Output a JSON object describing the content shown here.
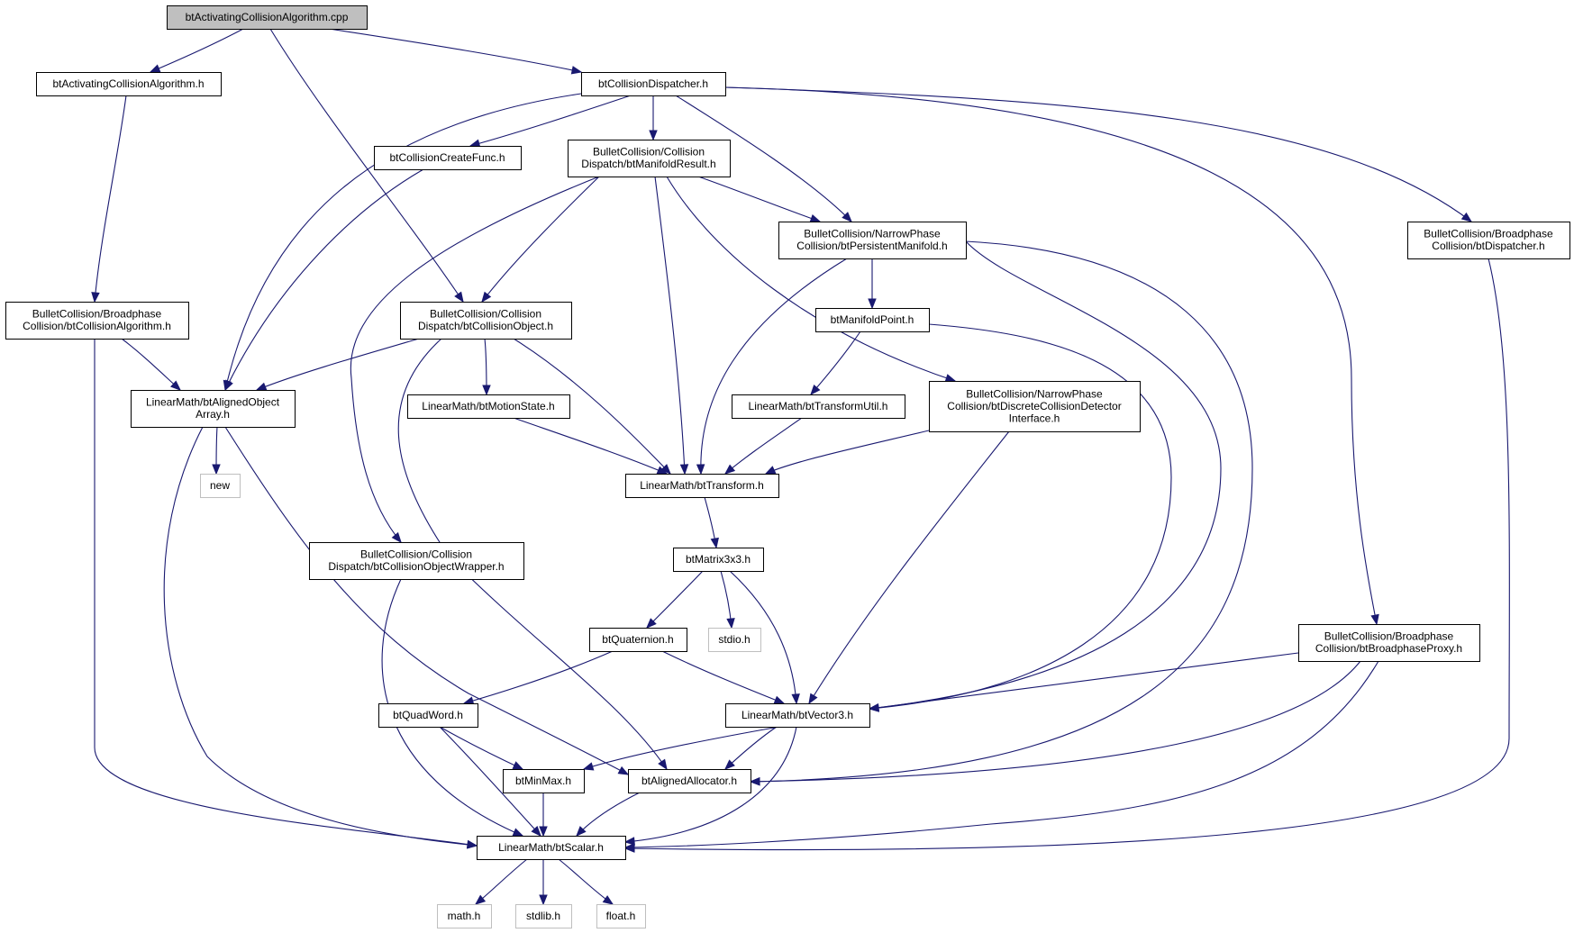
{
  "diagram": {
    "colors": {
      "edge": "#191970",
      "node_border": "#000000",
      "system_border": "#bfbfbf",
      "root_fill": "#bfbfbf"
    },
    "nodes": [
      {
        "id": "n0",
        "lines": [
          "btActivatingCollisionAlgorithm.cpp"
        ],
        "kind": "root"
      },
      {
        "id": "n1",
        "lines": [
          "btActivatingCollisionAlgorithm.h"
        ],
        "kind": "header"
      },
      {
        "id": "n2",
        "lines": [
          "btCollisionDispatcher.h"
        ],
        "kind": "header"
      },
      {
        "id": "n3",
        "lines": [
          "btCollisionCreateFunc.h"
        ],
        "kind": "header"
      },
      {
        "id": "n4",
        "lines": [
          "BulletCollision/Collision",
          "Dispatch/btManifoldResult.h"
        ],
        "kind": "header"
      },
      {
        "id": "n5",
        "lines": [
          "BulletCollision/NarrowPhase",
          "Collision/btPersistentManifold.h"
        ],
        "kind": "header"
      },
      {
        "id": "n6",
        "lines": [
          "BulletCollision/Broadphase",
          "Collision/btDispatcher.h"
        ],
        "kind": "header"
      },
      {
        "id": "n7",
        "lines": [
          "BulletCollision/Broadphase",
          "Collision/btCollisionAlgorithm.h"
        ],
        "kind": "header"
      },
      {
        "id": "n8",
        "lines": [
          "BulletCollision/Collision",
          "Dispatch/btCollisionObject.h"
        ],
        "kind": "header"
      },
      {
        "id": "n9",
        "lines": [
          "btManifoldPoint.h"
        ],
        "kind": "header"
      },
      {
        "id": "n10",
        "lines": [
          "LinearMath/btAlignedObject",
          "Array.h"
        ],
        "kind": "header"
      },
      {
        "id": "n11",
        "lines": [
          "LinearMath/btMotionState.h"
        ],
        "kind": "header"
      },
      {
        "id": "n12",
        "lines": [
          "LinearMath/btTransformUtil.h"
        ],
        "kind": "header"
      },
      {
        "id": "n13",
        "lines": [
          "BulletCollision/NarrowPhase",
          "Collision/btDiscreteCollisionDetector",
          "Interface.h"
        ],
        "kind": "header"
      },
      {
        "id": "n14",
        "lines": [
          "new"
        ],
        "kind": "system"
      },
      {
        "id": "n15",
        "lines": [
          "LinearMath/btTransform.h"
        ],
        "kind": "header"
      },
      {
        "id": "n16",
        "lines": [
          "BulletCollision/Collision",
          "Dispatch/btCollisionObjectWrapper.h"
        ],
        "kind": "header"
      },
      {
        "id": "n17",
        "lines": [
          "btMatrix3x3.h"
        ],
        "kind": "header"
      },
      {
        "id": "n18",
        "lines": [
          "btQuaternion.h"
        ],
        "kind": "header"
      },
      {
        "id": "n19",
        "lines": [
          "stdio.h"
        ],
        "kind": "system"
      },
      {
        "id": "n20",
        "lines": [
          "BulletCollision/Broadphase",
          "Collision/btBroadphaseProxy.h"
        ],
        "kind": "header"
      },
      {
        "id": "n21",
        "lines": [
          "btQuadWord.h"
        ],
        "kind": "header"
      },
      {
        "id": "n22",
        "lines": [
          "LinearMath/btVector3.h"
        ],
        "kind": "header"
      },
      {
        "id": "n23",
        "lines": [
          "btMinMax.h"
        ],
        "kind": "header"
      },
      {
        "id": "n24",
        "lines": [
          "btAlignedAllocator.h"
        ],
        "kind": "header"
      },
      {
        "id": "n25",
        "lines": [
          "LinearMath/btScalar.h"
        ],
        "kind": "header"
      },
      {
        "id": "n26",
        "lines": [
          "math.h"
        ],
        "kind": "system"
      },
      {
        "id": "n27",
        "lines": [
          "stdlib.h"
        ],
        "kind": "system"
      },
      {
        "id": "n28",
        "lines": [
          "float.h"
        ],
        "kind": "system"
      }
    ],
    "edges": [
      {
        "id": "e0",
        "from": "n0",
        "to": "n1"
      },
      {
        "id": "e1",
        "from": "n0",
        "to": "n2"
      },
      {
        "id": "e2",
        "from": "n0",
        "to": "n8"
      },
      {
        "id": "e3",
        "from": "n1",
        "to": "n7"
      },
      {
        "id": "e4",
        "from": "n2",
        "to": "n3"
      },
      {
        "id": "e5",
        "from": "n2",
        "to": "n4"
      },
      {
        "id": "e6",
        "from": "n2",
        "to": "n5"
      },
      {
        "id": "e7",
        "from": "n2",
        "to": "n6"
      },
      {
        "id": "e8",
        "from": "n2",
        "to": "n10"
      },
      {
        "id": "e9",
        "from": "n2",
        "to": "n20"
      },
      {
        "id": "e10",
        "from": "n3",
        "to": "n10"
      },
      {
        "id": "e11",
        "from": "n4",
        "to": "n5"
      },
      {
        "id": "e12",
        "from": "n4",
        "to": "n8"
      },
      {
        "id": "e13",
        "from": "n4",
        "to": "n13"
      },
      {
        "id": "e14",
        "from": "n4",
        "to": "n15"
      },
      {
        "id": "e15",
        "from": "n4",
        "to": "n16"
      },
      {
        "id": "e16",
        "from": "n5",
        "to": "n9"
      },
      {
        "id": "e17",
        "from": "n5",
        "to": "n15"
      },
      {
        "id": "e18",
        "from": "n5",
        "to": "n22"
      },
      {
        "id": "e19",
        "from": "n5",
        "to": "n24"
      },
      {
        "id": "e20",
        "from": "n6",
        "to": "n25"
      },
      {
        "id": "e21",
        "from": "n7",
        "to": "n10"
      },
      {
        "id": "e22",
        "from": "n7",
        "to": "n25"
      },
      {
        "id": "e23",
        "from": "n8",
        "to": "n10"
      },
      {
        "id": "e24",
        "from": "n8",
        "to": "n11"
      },
      {
        "id": "e25",
        "from": "n8",
        "to": "n15"
      },
      {
        "id": "e26",
        "from": "n8",
        "to": "n24"
      },
      {
        "id": "e27",
        "from": "n9",
        "to": "n12"
      },
      {
        "id": "e28",
        "from": "n9",
        "to": "n22"
      },
      {
        "id": "e29",
        "from": "n10",
        "to": "n14"
      },
      {
        "id": "e30",
        "from": "n10",
        "to": "n24"
      },
      {
        "id": "e31",
        "from": "n10",
        "to": "n25"
      },
      {
        "id": "e32",
        "from": "n11",
        "to": "n15"
      },
      {
        "id": "e33",
        "from": "n12",
        "to": "n15"
      },
      {
        "id": "e34",
        "from": "n13",
        "to": "n15"
      },
      {
        "id": "e35",
        "from": "n13",
        "to": "n22"
      },
      {
        "id": "e36",
        "from": "n15",
        "to": "n17"
      },
      {
        "id": "e37",
        "from": "n16",
        "to": "n25"
      },
      {
        "id": "e38",
        "from": "n17",
        "to": "n18"
      },
      {
        "id": "e39",
        "from": "n17",
        "to": "n19"
      },
      {
        "id": "e40",
        "from": "n17",
        "to": "n22"
      },
      {
        "id": "e41",
        "from": "n18",
        "to": "n21"
      },
      {
        "id": "e42",
        "from": "n18",
        "to": "n22"
      },
      {
        "id": "e43",
        "from": "n20",
        "to": "n22"
      },
      {
        "id": "e44",
        "from": "n20",
        "to": "n24"
      },
      {
        "id": "e45",
        "from": "n20",
        "to": "n25"
      },
      {
        "id": "e46",
        "from": "n21",
        "to": "n23"
      },
      {
        "id": "e47",
        "from": "n21",
        "to": "n25"
      },
      {
        "id": "e48",
        "from": "n22",
        "to": "n23"
      },
      {
        "id": "e49",
        "from": "n22",
        "to": "n24"
      },
      {
        "id": "e50",
        "from": "n22",
        "to": "n25"
      },
      {
        "id": "e51",
        "from": "n23",
        "to": "n25"
      },
      {
        "id": "e52",
        "from": "n24",
        "to": "n25"
      },
      {
        "id": "e53",
        "from": "n25",
        "to": "n26"
      },
      {
        "id": "e54",
        "from": "n25",
        "to": "n27"
      },
      {
        "id": "e55",
        "from": "n25",
        "to": "n28"
      }
    ]
  }
}
